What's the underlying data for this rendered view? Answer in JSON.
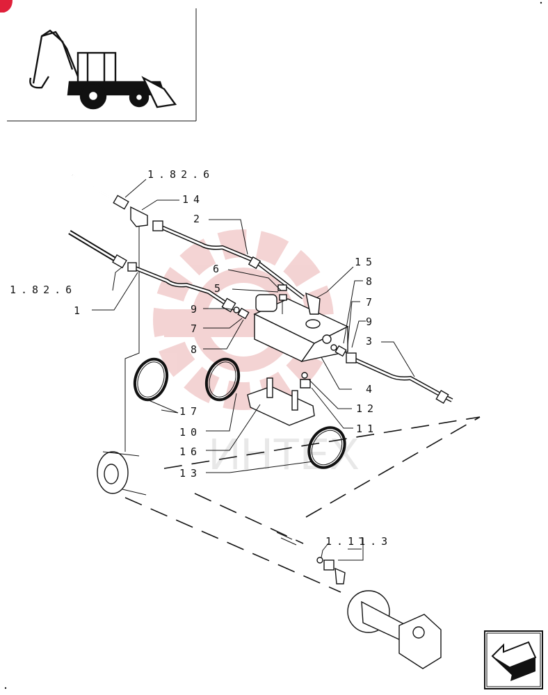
{
  "watermark": {
    "text": "ИНТЕХ",
    "color": "#e6a0a0"
  },
  "corner_mark": {
    "color": "#e0203a"
  },
  "labels": {
    "ref_1826_top": "1.82.6",
    "ref_14": "14",
    "ref_2": "2",
    "ref_15": "15",
    "ref_6": "6",
    "ref_8_right": "8",
    "ref_1826_left": "1.82.6",
    "ref_5": "5",
    "ref_7_right": "7",
    "ref_1": "1",
    "ref_9_left": "9",
    "ref_9_right": "9",
    "ref_7_left": "7",
    "ref_3": "3",
    "ref_8_left": "8",
    "ref_4": "4",
    "ref_12": "12",
    "ref_11": "11",
    "ref_17": "17",
    "ref_10": "10",
    "ref_16": "16",
    "ref_13": "13",
    "ref_1113": "1.11.3"
  },
  "icons": {
    "thumbnail": "backhoe-loader-icon",
    "nav": "back-arrow-icon"
  }
}
